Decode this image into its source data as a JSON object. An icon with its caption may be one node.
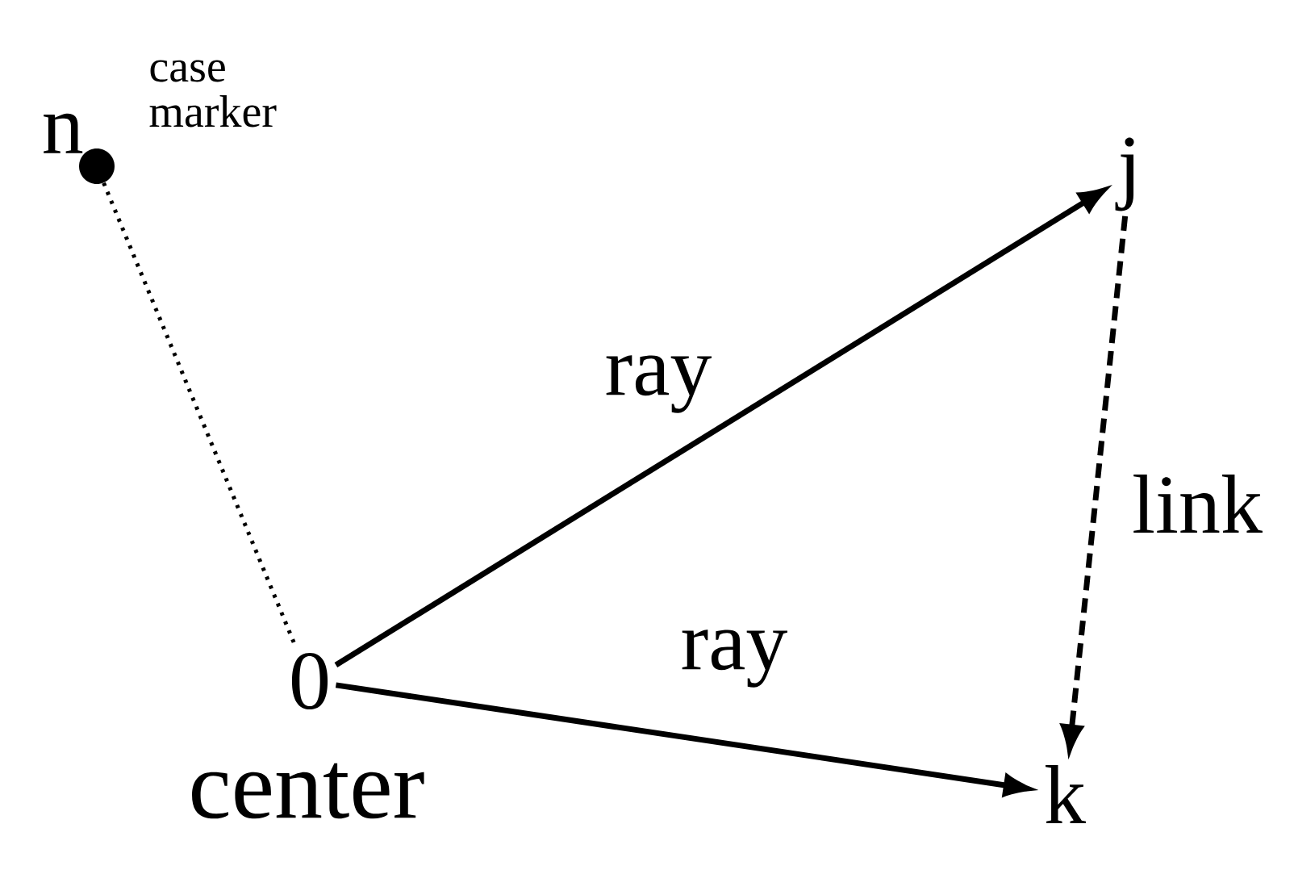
{
  "diagram": {
    "nodes": [
      {
        "text": [
          "0"
        ],
        "beside": [
          "center"
        ]
      },
      {
        "text": [
          "n"
        ],
        "beside": [
          "case marker"
        ]
      },
      {
        "text": [
          "j"
        ]
      },
      {
        "text": [
          "k"
        ]
      }
    ],
    "edges": [
      {
        "from": 0,
        "to": 2,
        "arrow": "to",
        "label": "ray"
      },
      {
        "from": 0,
        "to": 3,
        "arrow": "to",
        "label": "ray"
      },
      {
        "from": 2,
        "to": 3,
        "arrow": "to",
        "label": "link",
        "style": "dashed"
      },
      {
        "from": 1,
        "to": 0,
        "arrow": "none",
        "style": "dashed"
      }
    ]
  }
}
